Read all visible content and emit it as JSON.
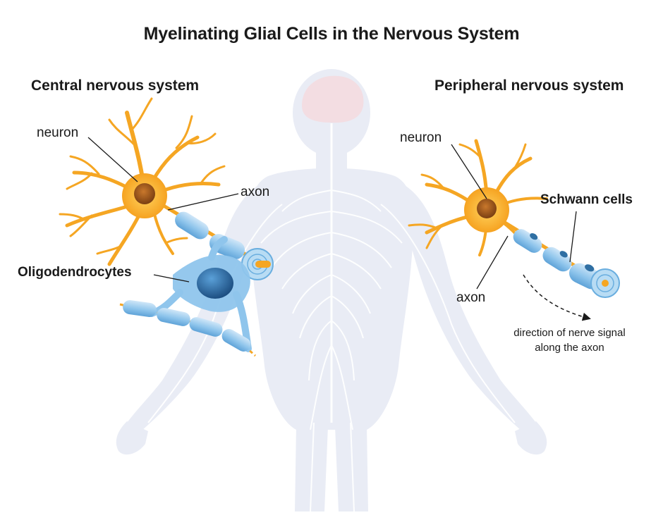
{
  "title": "Myelinating Glial Cells in the Nervous System",
  "colors": {
    "neuron": "#f5a623",
    "neuron_nucleus": "#b5651d",
    "myelin": "#8fc5ec",
    "glial_nucleus": "#2f6fa3",
    "body_silhouette": "#e9ecf5",
    "brain": "#f3dde2",
    "nerves": "#ffffff"
  },
  "cns": {
    "heading": "Central nervous system",
    "neuron_label": "neuron",
    "axon_label": "axon",
    "glia_label": "Oligodendrocytes"
  },
  "pns": {
    "heading": "Peripheral nervous system",
    "neuron_label": "neuron",
    "glia_label": "Schwann cells",
    "axon_label": "axon",
    "signal_note_line1": "direction of nerve signal",
    "signal_note_line2": "along the axon"
  }
}
